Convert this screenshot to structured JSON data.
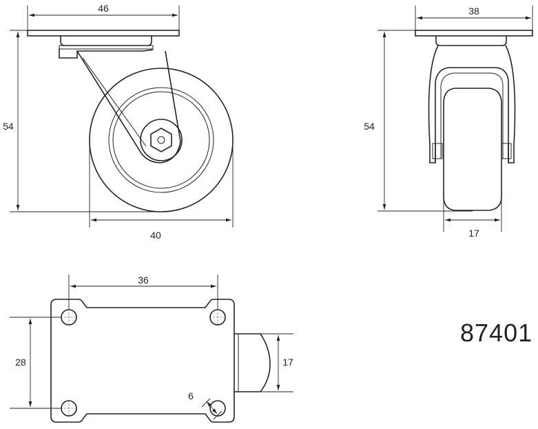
{
  "model_number": "87401",
  "colors": {
    "line": "#222222",
    "background": "#ffffff"
  },
  "side_view": {
    "plate_width": "46",
    "total_height": "54",
    "wheel_diameter": "40"
  },
  "front_view": {
    "plate_width": "38",
    "total_height": "54",
    "wheel_width": "17"
  },
  "top_view": {
    "hole_spacing_x": "36",
    "hole_spacing_y": "28",
    "wheel_width": "17",
    "hole_diameter": "6"
  }
}
